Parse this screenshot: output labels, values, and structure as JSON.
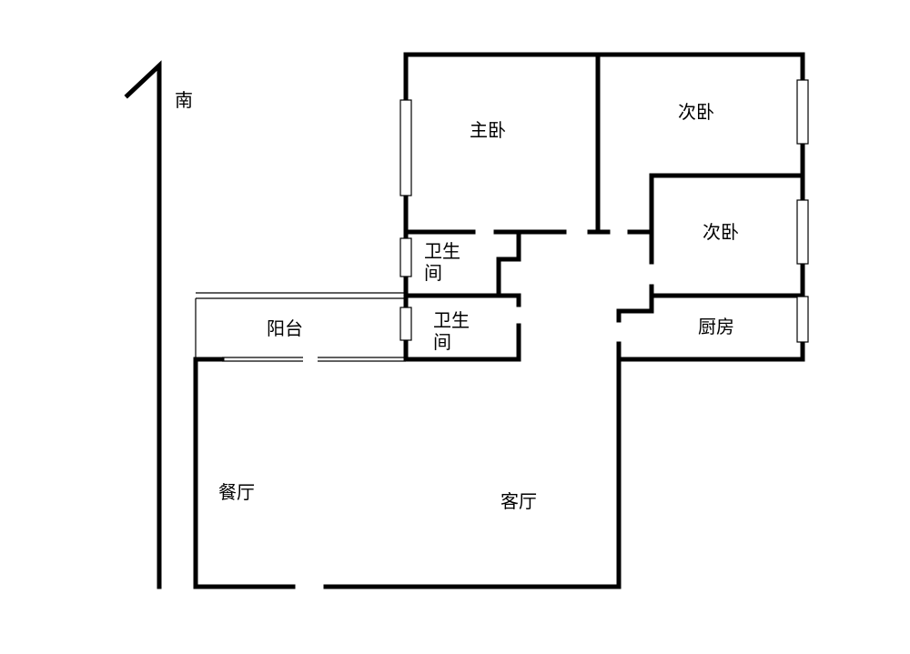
{
  "compass": {
    "label": "南"
  },
  "rooms": {
    "master_bedroom": "主卧",
    "second_bedroom_top": "次卧",
    "second_bedroom_mid": "次卧",
    "bathroom_upper": "卫生间",
    "bathroom_lower": "卫生间",
    "balcony": "阳台",
    "kitchen": "厨房",
    "dining_room": "餐厅",
    "living_room": "客厅"
  },
  "colors": {
    "wall": "#000000",
    "background": "#ffffff"
  }
}
